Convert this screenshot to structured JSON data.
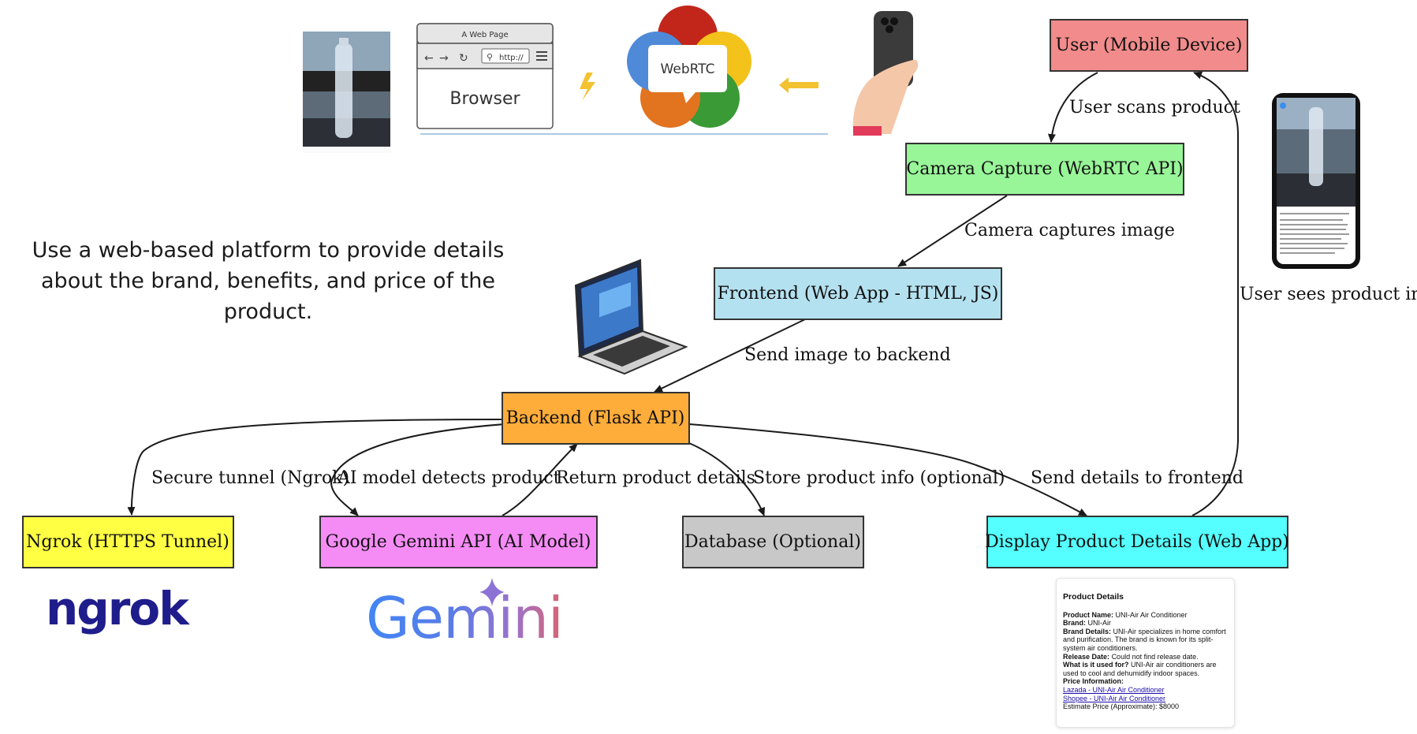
{
  "top_illustration": {
    "browser_window_title": "A Web Page",
    "browser_address_text": "http://",
    "browser_label": "Browser",
    "webrtc_label": "WebRTC"
  },
  "description": "Use a web-based platform to provide details about the brand, benefits, and price of the product.",
  "nodes": {
    "user": "User (Mobile Device)",
    "camera": "Camera Capture (WebRTC API)",
    "frontend": "Frontend (Web App - HTML, JS)",
    "backend": "Backend (Flask API)",
    "ngrok": "Ngrok (HTTPS Tunnel)",
    "gemini": "Google Gemini API (AI Model)",
    "database": "Database (Optional)",
    "display": "Display Product Details (Web App)"
  },
  "node_colors": {
    "user": "#f28b8b",
    "camera": "#98f598",
    "frontend": "#b4e1ef",
    "backend": "#ffad3a",
    "ngrok": "#ffff44",
    "gemini": "#f58cf5",
    "database": "#c8c8c8",
    "display": "#55ffff"
  },
  "edges": {
    "user_scans": "User scans product",
    "camera_captures": "Camera captures image",
    "send_image": "Send image to backend",
    "secure_tunnel": "Secure tunnel (Ngrok)",
    "ai_detects": "AI model detects product",
    "return_details": "Return product details",
    "store_info": "Store product info (optional)",
    "send_details": "Send details to frontend",
    "user_sees": "User sees product info"
  },
  "logos": {
    "ngrok": "ngrok",
    "gemini": "Gemini"
  },
  "product_card": {
    "title": "Product Details",
    "rows": [
      {
        "label": "Product Name:",
        "value": "UNI-Air Air Conditioner"
      },
      {
        "label": "Brand:",
        "value": "UNI-Air"
      },
      {
        "label": "Brand Details:",
        "value": "UNI-Air specializes in home comfort and purification. The brand is known for its split-system air conditioners."
      },
      {
        "label": "Release Date:",
        "value": "Could not find release date."
      },
      {
        "label": "What is it used for?",
        "value": "UNI-Air air conditioners are used to cool and dehumidify indoor spaces."
      },
      {
        "label": "Price Information:",
        "value": ""
      }
    ],
    "links": [
      "Lazada - UNI-Air Air Conditioner",
      "Shopee - UNI-Air Air Conditioner"
    ],
    "estimate": "Estimate Price (Approximate): $8000"
  }
}
